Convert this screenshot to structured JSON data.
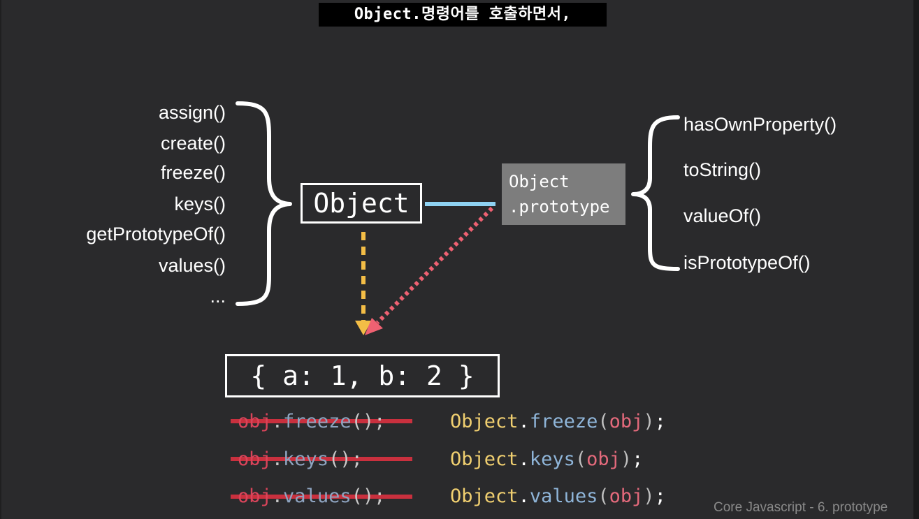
{
  "caption": "Object.명령어를 호출하면서,",
  "static_methods": [
    "assign()",
    "create()",
    "freeze()",
    "keys()",
    "getPrototypeOf()",
    "values()",
    "..."
  ],
  "object_label": "Object",
  "prototype_label": [
    "Object",
    ".prototype"
  ],
  "prototype_methods": [
    "hasOwnProperty()",
    "toString()",
    "valueOf()",
    "isPrototypeOf()"
  ],
  "instance_label": "{ a: 1, b: 2 }",
  "wrong_calls": [
    {
      "obj": "obj",
      "method": "freeze",
      "tail": "();"
    },
    {
      "obj": "obj",
      "method": "keys",
      "tail": "();"
    },
    {
      "obj": "obj",
      "method": "values",
      "tail": "();"
    }
  ],
  "correct_calls": [
    {
      "object": "Object",
      "method": "freeze",
      "arg": "obj"
    },
    {
      "object": "Object",
      "method": "keys",
      "arg": "obj"
    },
    {
      "object": "Object",
      "method": "values",
      "arg": "obj"
    }
  ],
  "footer": "Core Javascript - 6. prototype",
  "colors": {
    "background": "#2a2a2c",
    "link_line": "#8fd2f2",
    "instance_arrow": "#f3bd46",
    "proto_arrow": "#ef6172",
    "strike": "#c9303e"
  }
}
